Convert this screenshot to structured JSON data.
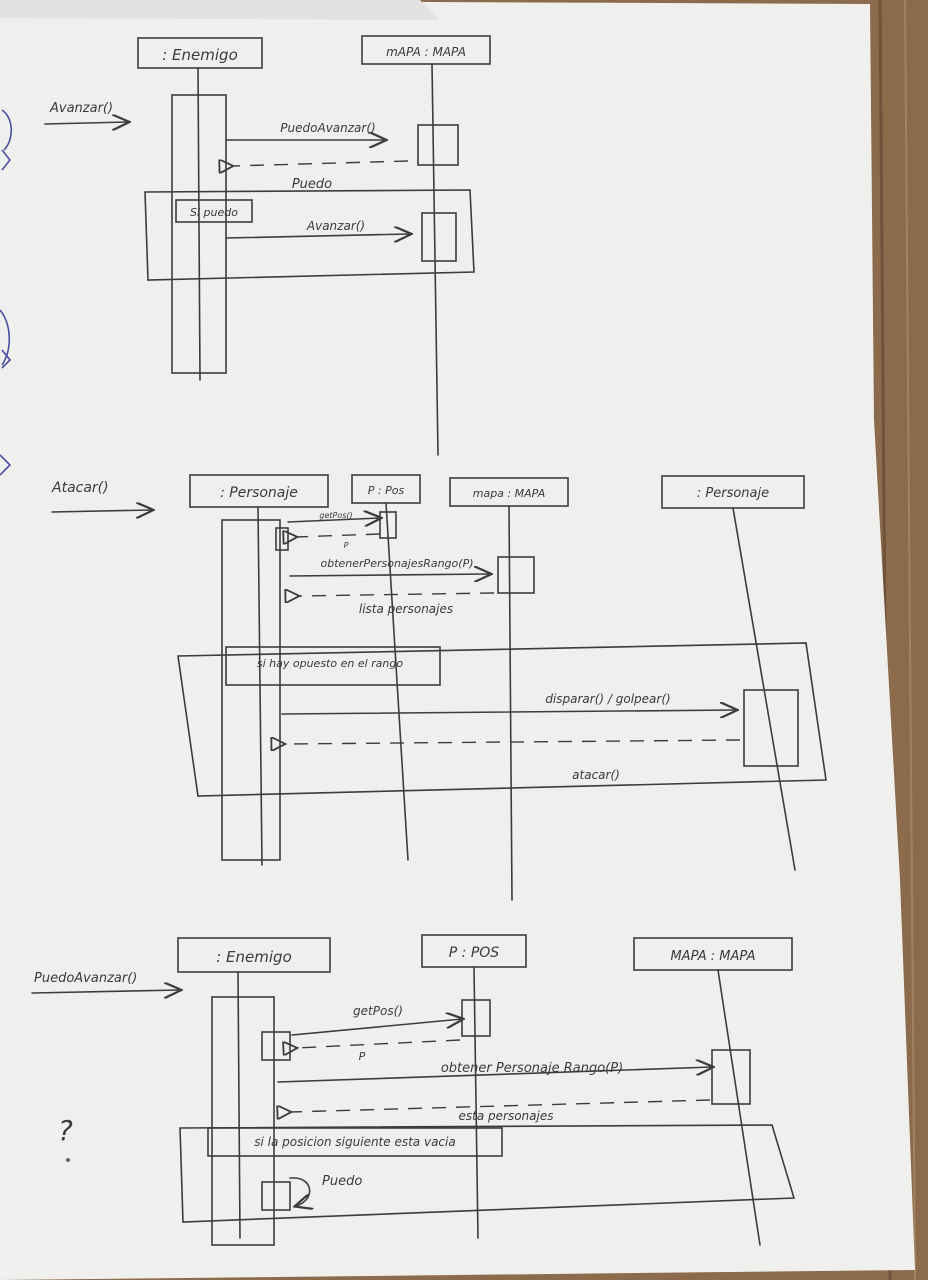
{
  "diagram1": {
    "trigger": "Avanzar()",
    "participants": [
      ": Enemigo",
      "mAPA : MAPA"
    ],
    "msg_call": "PuedoAvanzar()",
    "msg_return": "Puedo",
    "fragment_guard": "Si puedo",
    "msg_action": "Avanzar()"
  },
  "diagram2": {
    "trigger": "Atacar()",
    "participants": [
      ": Personaje",
      "P : Pos",
      "mapa : MAPA",
      ": Personaje"
    ],
    "msg_getpos": "getPos()",
    "ret_p": "P",
    "msg_obtener": "obtenerPersonajesRango(P)",
    "ret_lista": "lista personajes",
    "fragment_guard": "si hay opuesto en el rango",
    "msg_disparar": "disparar() / golpear()",
    "ret_atacar": "atacar()"
  },
  "diagram3": {
    "trigger": "PuedoAvanzar()",
    "participants": [
      ": Enemigo",
      "P : POS",
      "MAPA : MAPA"
    ],
    "msg_getpos": "getPos()",
    "ret_p": "P",
    "msg_obtener": "obtener Personaje Rango(P)",
    "ret_lista": "esta personajes",
    "fragment_guard": "si la posicion siguiente esta vacia",
    "self_msg": "Puedo",
    "margin_note": "?"
  }
}
